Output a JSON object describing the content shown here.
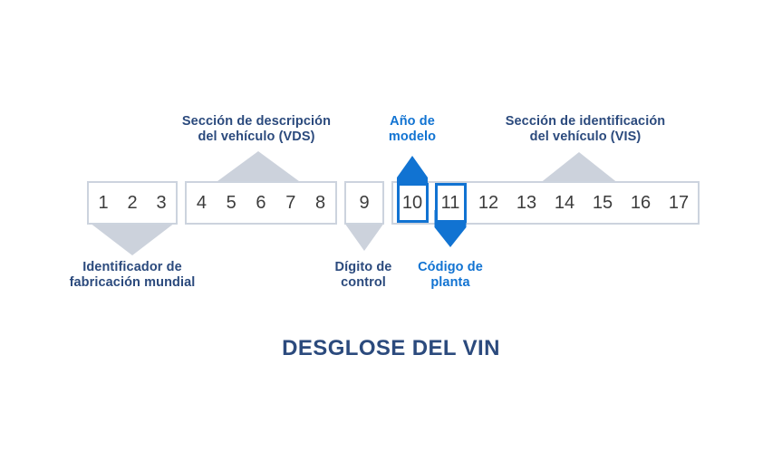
{
  "title": "DESGLOSE DEL VIN",
  "colors": {
    "navy": "#2b4a7d",
    "blue": "#1173d2",
    "shape_gray": "#ccd2dc",
    "box_border": "#ccd3de",
    "digit_gray": "#3c3c3c",
    "background": "#ffffff"
  },
  "top_labels": {
    "vds": {
      "line1": "Sección de descripción",
      "line2": "del vehículo (VDS)"
    },
    "model_year": {
      "line1": "Año de",
      "line2": "modelo"
    },
    "vis": {
      "line1": "Sección de identificación",
      "line2": "del vehículo (VIS)"
    }
  },
  "bottom_labels": {
    "wmi": {
      "line1": "Identificador de",
      "line2": "fabricación mundial"
    },
    "check_digit": {
      "line1": "Dígito de",
      "line2": "control"
    },
    "plant_code": {
      "line1": "Código de",
      "line2": "planta"
    }
  },
  "segments": {
    "wmi": {
      "digits": [
        "1",
        "2",
        "3"
      ]
    },
    "vds": {
      "digits": [
        "4",
        "5",
        "6",
        "7",
        "8"
      ]
    },
    "check": {
      "digits": [
        "9"
      ]
    },
    "vis": {
      "digits": [
        "10",
        "11",
        "12",
        "13",
        "14",
        "15",
        "16",
        "17"
      ]
    }
  },
  "highlighted_positions": [
    "10",
    "11"
  ]
}
